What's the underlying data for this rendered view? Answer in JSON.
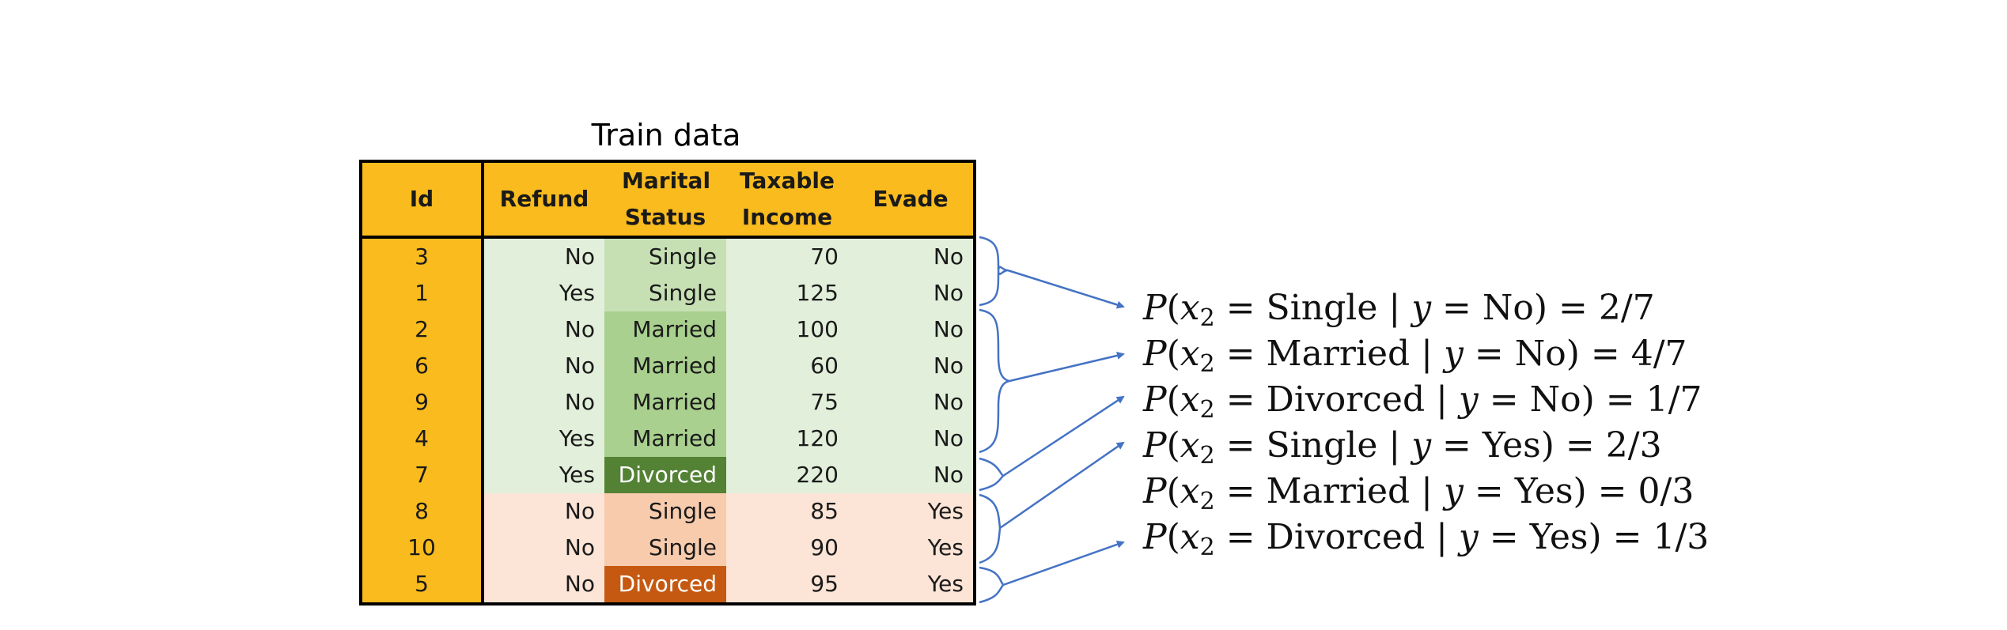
{
  "caption": "Train data",
  "columns": {
    "id": "Id",
    "refund": "Refund",
    "marital": "Marital Status",
    "income": "Taxable Income",
    "evade": "Evade"
  },
  "rows": [
    {
      "id": "3",
      "refund": "No",
      "marital": "Single",
      "income": "70",
      "evade": "No"
    },
    {
      "id": "1",
      "refund": "Yes",
      "marital": "Single",
      "income": "125",
      "evade": "No"
    },
    {
      "id": "2",
      "refund": "No",
      "marital": "Married",
      "income": "100",
      "evade": "No"
    },
    {
      "id": "6",
      "refund": "No",
      "marital": "Married",
      "income": "60",
      "evade": "No"
    },
    {
      "id": "9",
      "refund": "No",
      "marital": "Married",
      "income": "75",
      "evade": "No"
    },
    {
      "id": "4",
      "refund": "Yes",
      "marital": "Married",
      "income": "120",
      "evade": "No"
    },
    {
      "id": "7",
      "refund": "Yes",
      "marital": "Divorced",
      "income": "220",
      "evade": "No"
    },
    {
      "id": "8",
      "refund": "No",
      "marital": "Single",
      "income": "85",
      "evade": "Yes"
    },
    {
      "id": "10",
      "refund": "No",
      "marital": "Single",
      "income": "90",
      "evade": "Yes"
    },
    {
      "id": "5",
      "refund": "No",
      "marital": "Divorced",
      "income": "95",
      "evade": "Yes"
    }
  ],
  "probabilities": [
    {
      "category": "Single",
      "label": "No",
      "fraction": "2/7"
    },
    {
      "category": "Married",
      "label": "No",
      "fraction": "4/7"
    },
    {
      "category": "Divorced",
      "label": "No",
      "fraction": "1/7"
    },
    {
      "category": "Single",
      "label": "Yes",
      "fraction": "2/3"
    },
    {
      "category": "Married",
      "label": "Yes",
      "fraction": "0/3"
    },
    {
      "category": "Divorced",
      "label": "Yes",
      "fraction": "1/3"
    }
  ],
  "colors": {
    "header": "#f9bb1d",
    "no_row": "#e2efda",
    "yes_row": "#fce4d6",
    "single_no": "#c6e0b4",
    "married_no": "#a9d08e",
    "divorced_no": "#548235",
    "single_yes": "#f8cbad",
    "divorced_yes": "#c65911",
    "arrow": "#4472c4"
  }
}
